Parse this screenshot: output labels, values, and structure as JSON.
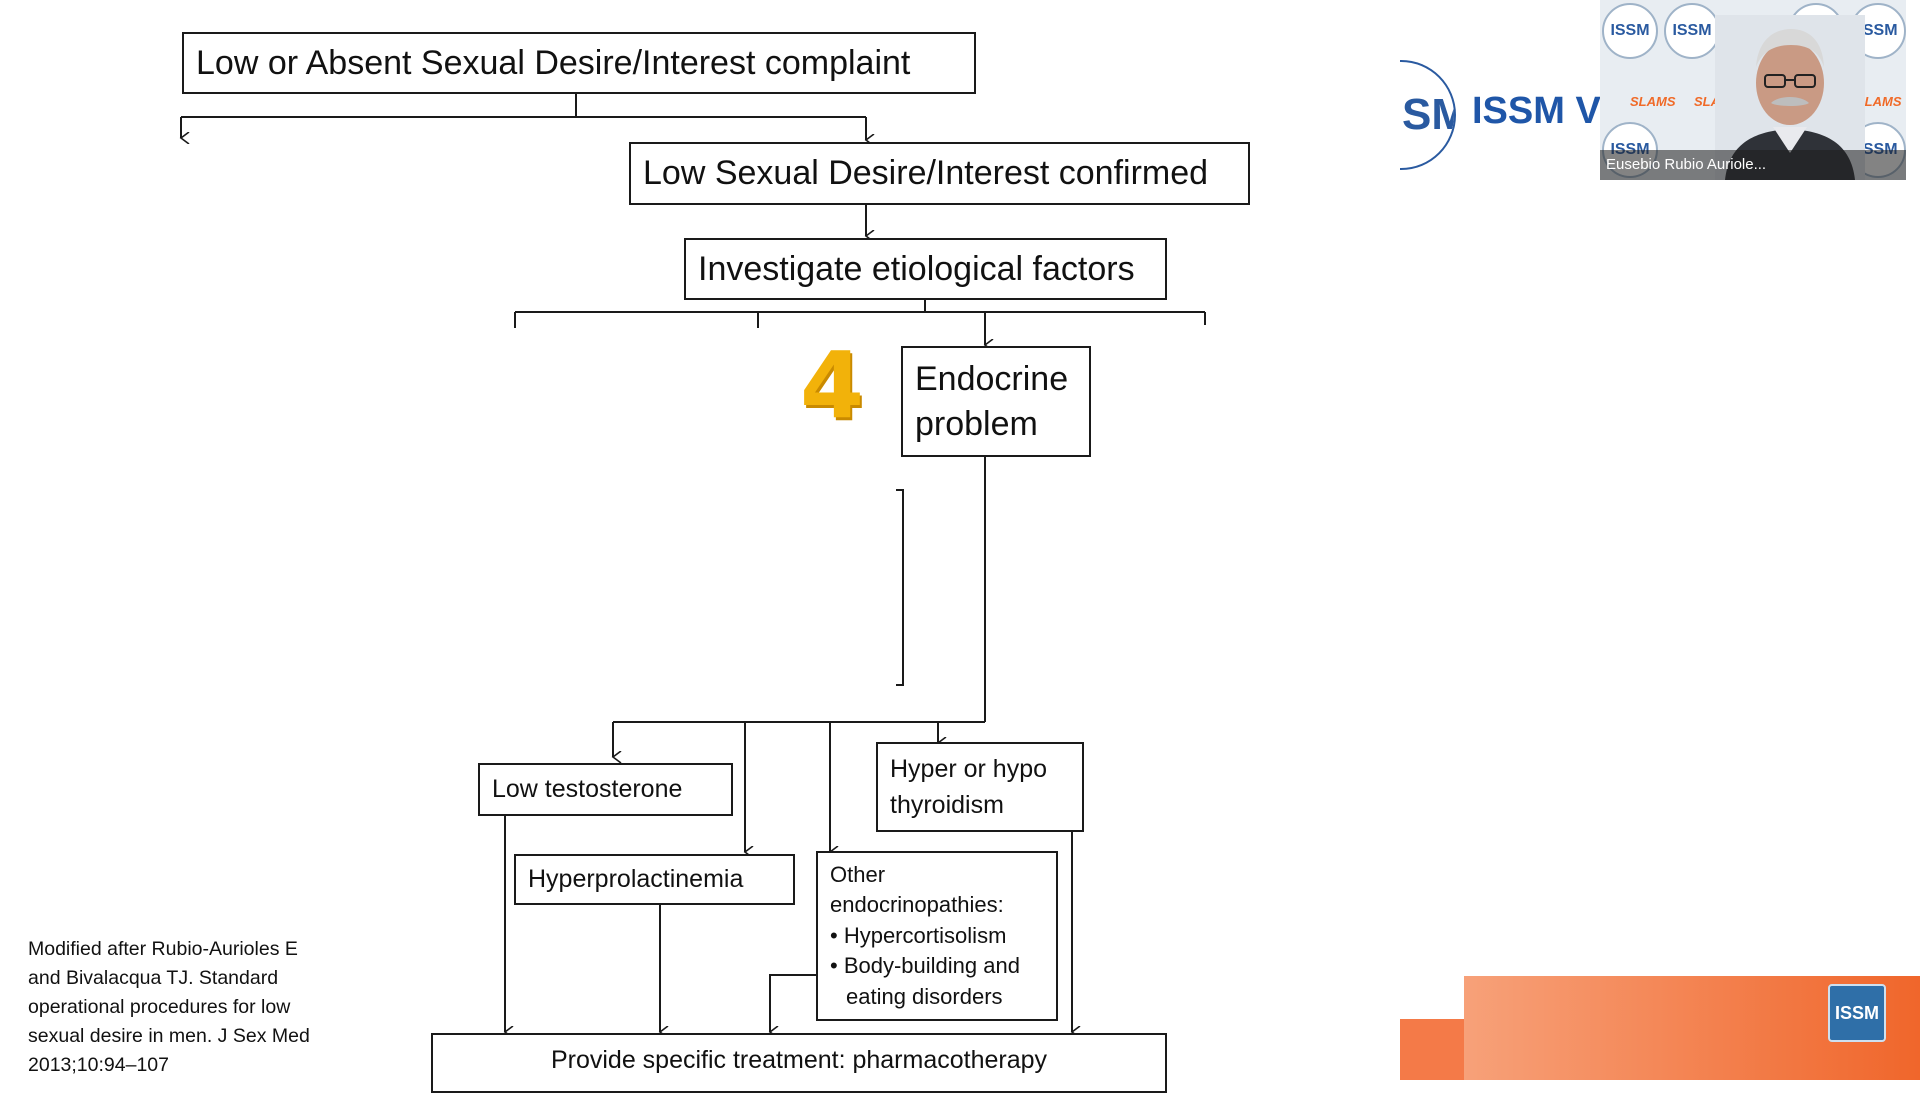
{
  "flowchart": {
    "complaint": "Low or Absent Sexual Desire/Interest complaint",
    "confirmed": "Low Sexual Desire/Interest confirmed",
    "investigate": "Investigate etiological factors",
    "step_number": "4",
    "endocrine_line1": "Endocrine",
    "endocrine_line2": "problem",
    "low_testosterone": "Low testosterone",
    "hyperprolactinemia": "Hyperprolactinemia",
    "thyroid_line1": "Hyper or hypo",
    "thyroid_line2": "thyroidism",
    "other_title_line1": "Other",
    "other_title_line2": "endocrinopathies:",
    "other_item1": "• Hypercortisolism",
    "other_item2_line1": "• Body-building and",
    "other_item2_line2": "eating disorders",
    "treatment": "Provide specific treatment: pharmacotherapy"
  },
  "citation": {
    "lines": [
      "Modified after Rubio-Aurioles E",
      "and Bivalacqua TJ. Standard",
      "operational procedures for low",
      "sexual desire in men. J Sex Med",
      "2013;10:94–107"
    ]
  },
  "video": {
    "participant_name": "Eusebio Rubio Auriole...",
    "tile_logo_text": "ISSM",
    "slams_text": "SLAMS"
  },
  "branding": {
    "seal_text": "SM",
    "brand_text": "ISSM V",
    "corner_logo_text": "ISSM",
    "accent_color": "#f0662b",
    "brand_color": "#1f56a8",
    "step_color": "#f2b20a"
  }
}
